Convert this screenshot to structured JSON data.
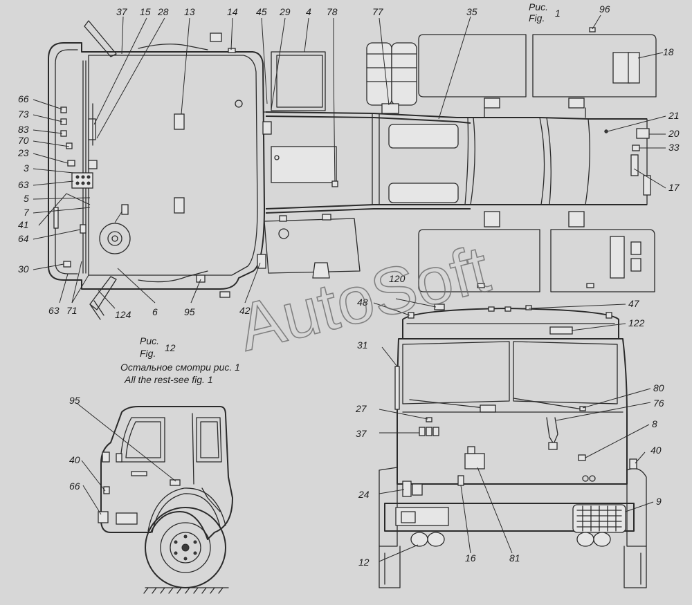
{
  "figures": {
    "fig1": {
      "caption_ru": "Рис.",
      "caption_en": "Fig.",
      "number": "1"
    },
    "fig12": {
      "caption_ru": "Рис.",
      "caption_en": "Fig.",
      "number": "12",
      "note_ru": "Остальное смотри рис. 1",
      "note_en": "All the rest-see fig. 1"
    }
  },
  "watermark": "AutoSoft",
  "callouts": {
    "top_view": [
      "37",
      "15",
      "28",
      "13",
      "14",
      "45",
      "29",
      "4",
      "78",
      "77",
      "35",
      "96",
      "18",
      "21",
      "20",
      "33",
      "17",
      "66",
      "73",
      "83",
      "70",
      "23",
      "3",
      "63",
      "5",
      "7",
      "41",
      "64",
      "30",
      "63",
      "71",
      "124",
      "6",
      "95",
      "42"
    ],
    "front_view": [
      "120",
      "48",
      "47",
      "122",
      "31",
      "80",
      "76",
      "27",
      "37",
      "8",
      "40",
      "24",
      "9",
      "12",
      "16",
      "81"
    ],
    "side_view": [
      "95",
      "40",
      "66"
    ]
  }
}
